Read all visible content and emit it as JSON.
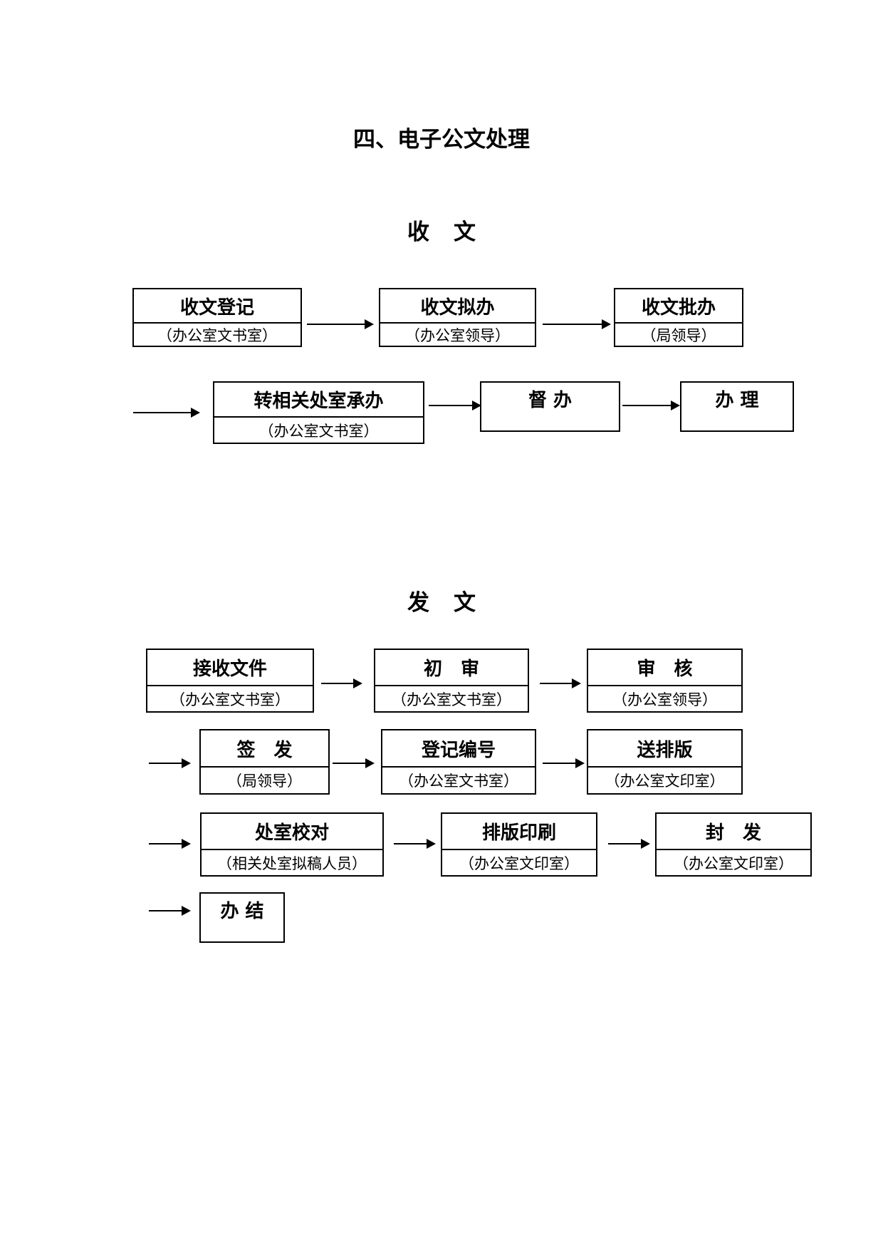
{
  "title": "四、电子公文处理",
  "receive": {
    "heading": "收文",
    "steps": [
      {
        "name": "收文登记",
        "dept": "（办公室文书室）"
      },
      {
        "name": "收文拟办",
        "dept": "（办公室领导）"
      },
      {
        "name": "收文批办",
        "dept": "（局领导）"
      },
      {
        "name": "转相关处室承办",
        "dept": "（办公室文书室）"
      },
      {
        "name": "督 办"
      },
      {
        "name": "办 理"
      }
    ]
  },
  "send": {
    "heading": "发文",
    "steps": [
      {
        "name": "接收文件",
        "dept": "（办公室文书室）"
      },
      {
        "name": "初　审",
        "dept": "（办公室文书室）"
      },
      {
        "name": "审　核",
        "dept": "（办公室领导）"
      },
      {
        "name": "签　发",
        "dept": "（局领导）"
      },
      {
        "name": "登记编号",
        "dept": "（办公室文书室）"
      },
      {
        "name": "送排版",
        "dept": "（办公室文印室）"
      },
      {
        "name": "处室校对",
        "dept": "（相关处室拟稿人员）"
      },
      {
        "name": "排版印刷",
        "dept": "（办公室文印室）"
      },
      {
        "name": "封　发",
        "dept": "（办公室文印室）"
      },
      {
        "name": "办 结"
      }
    ]
  },
  "colors": {
    "line": "#000000",
    "background": "#ffffff"
  }
}
